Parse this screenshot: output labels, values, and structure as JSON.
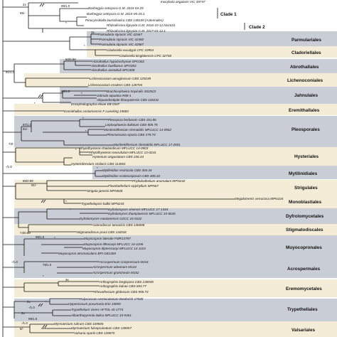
{
  "colors": {
    "band_gray": "#c9cdd6",
    "band_cream": "#f4ecd7",
    "line": "#111111"
  },
  "taxa": {
    "t0": "Inocybula angularis VIC 39747",
    "t1": "Banhegyia setispora G.M. 2015-04-29",
    "t2": "Banhegyia setispora G.M. 2015-05-25.1",
    "t3": "Pinocynsikella laurisilvatica CBS 138109 (Asterinales)",
    "t4": "Rhizodiscina lignyota G.M. 2016-10-12.No1631",
    "t5": "Rhizodiscina lignyota G.M. 2017-01-12.1",
    "t6": "Parmularia styracis VIC 42447",
    "t7": "Parmularia styracis VIC 42450",
    "t8": "Parmularia styracis VIC 42587",
    "t9": "Cladoriella eucalypti CPC 10953",
    "t10": "Cladoriella kinglakensis CPC 32730",
    "t11": "Abrothallus hypotrachynae SPO302",
    "t12": "Abrothallus buellianus SPO303",
    "t13": "Abrothallus acetabuli SPO308",
    "t14": "Lichenoconium aeruginosum CBS 129239",
    "t15": "Lichenoconium erodens CBS 128704",
    "t16": "Brachiosphaera tropicalis SS2523",
    "t17": "Jahnula aquatica R68-1",
    "t18": "Aliquandostipite khaoyaiensis CBS 118232",
    "t19": "Encephalographa elisae EB 0347",
    "t20": "Eremithallus costaricensis F Luecking 15683",
    "t21": "Pleospora herbarum CBS 191.86",
    "t22": "Leptosphaeria doliolum CBS 505.75",
    "t23": "Montientithecium clematidis MFLUCC 14-0562",
    "t24": "Pleomassaria siparia CBS 279.74",
    "t25": "Murilentithecium clematidis MFLUCC 17-2551",
    "t26": "Rhytidhysteron thailandicum MFLUCC 14-0503",
    "t27": "Rhytidhysteron neorufulum MFLUCC 13-0216",
    "t28": "Hysterium angustatum CBS 236.34",
    "t29": "Hysterobrevium smilacis CBS 114601",
    "t30": "Mytilinidion resinicola CBS 304.34",
    "t31": "Mytilinidion scolecosporum CBS 305.34",
    "t32": "Phyllobathelium anomalum MPN242",
    "t33": "Flavobathelium epiphyllum MPN67",
    "t34": "Strigula jamesii MPN548",
    "t35": "Megalotremis verrucosa MPN104",
    "t36": "Trypethelopsis kalbii MPN243",
    "t37": "Dyfrolomyces sinensis MFLUCC 17-1344",
    "t38": "Dyfrolomyces thamplaensis MFLUCC 15-0635",
    "t39": "Dyfrolomyces maolanensis GZCC 16-0102",
    "t40": "Asterodiscus tamaricis CBS 136698",
    "t41": "Stigmatodiscus pruni CBS 142032",
    "t42": "Muyocopron laterale FMR13797",
    "t43": "Muyocopron lithocarpi MFLUCC 14-1106",
    "t44": "Muyocopron dipterocarpi MFLUCC 14-1103",
    "t45": "Muyocopron atromaculans BPI GB1369",
    "t46": "Acrospermum compressum M151",
    "t47": "Acrospermum adeanum M133",
    "t48": "Acrospermum gramineum M152",
    "t49": "Arthographis longispora CBS 135935",
    "t50": "Arthographis kalrae CBS 693.77",
    "t51": "Rhexothecium globosum CBS 955.73",
    "t52": "Polycoccum vermicularium Diederich 17545",
    "t53": "Oppeocoxum pocumaria Ertz 19059",
    "t54": "Trypethelium virens AFTOL-ID 1774",
    "t55": "Alloarthopyrenia italica MFLUCC 15-0461",
    "t56": "Myrmaecium rubrum CBS 109505",
    "t57": "Myrmaecium fulvopruinatum CBS 139057",
    "t58": "Valsaria spartii CBS 139070"
  },
  "clades": {
    "c1": "Clade 1",
    "c2": "Clade 2",
    "parm": "Parmulariales",
    "clad": "Cladoriellales",
    "abro": "Abrothallales",
    "lich": "Lichenoconiales",
    "jahn": "Jahnulales",
    "erem": "Eremithallales",
    "pleo": "Pleosporales",
    "hyst": "Hysteriales",
    "myti": "Mytilinidiales",
    "stri": "Strigulales",
    "mono": "Monoblastiales",
    "dyfr": "Dyfrolomycetales",
    "stig": "Stigmatodiscales",
    "muyo": "Muyocopronales",
    "acro": "Acrospermales",
    "eremy": "Eremomycetales",
    "tryp": "Trypetheliales",
    "vals": "Valsariales"
  },
  "support": {
    "s1": "2x",
    "s2": "99/1.0",
    "s3": "95/-",
    "s4": "3x",
    "s5": "60/0.96",
    "s6": "91/1.0",
    "s7": "95/1.0",
    "s8": "97/1.0",
    "s9": "73/-",
    "s10": "-/1.0",
    "s11": "86/0.99",
    "s12": "91/-",
    "s13": "74/0.99",
    "s14": "99/1.0",
    "s15": "-/1.0",
    "s16": "78/1.0",
    "s17": "3x",
    "s18": "2x",
    "s19": "-/1.0",
    "s20": "2x",
    "s21": "99/1.0",
    "s22": "-/1.0",
    "s23": "8/-",
    "star": "*"
  }
}
